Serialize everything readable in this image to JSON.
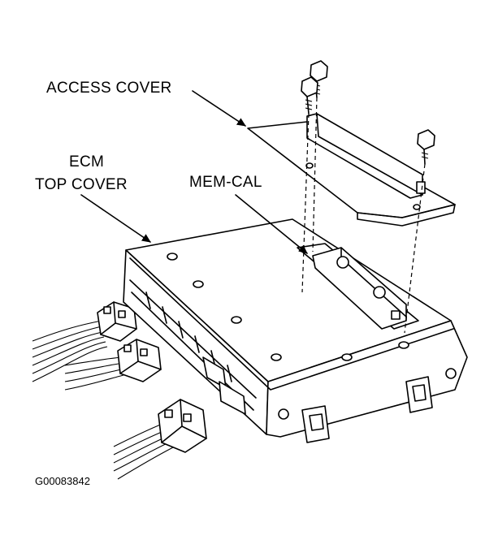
{
  "labels": {
    "access_cover": "ACCESS COVER",
    "ecm_line1": "ECM",
    "ecm_line2": "TOP COVER",
    "mem_cal": "MEM-CAL"
  },
  "figure_code": "G00083842",
  "colors": {
    "ink": "#000000",
    "paper": "#ffffff"
  }
}
